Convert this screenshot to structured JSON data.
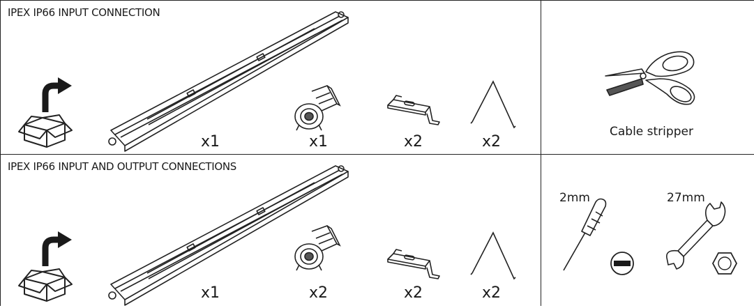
{
  "kits": [
    {
      "title": "IPEX IP66 INPUT CONNECTION",
      "quantities": {
        "fixture": "x1",
        "gland": "x1",
        "bracket": "x2",
        "hanger": "x2"
      }
    },
    {
      "title": "IPEX IP66 INPUT AND OUTPUT CONNECTIONS",
      "quantities": {
        "fixture": "x1",
        "gland": "x2",
        "bracket": "x2",
        "hanger": "x2"
      }
    }
  ],
  "tools": {
    "cable_stripper_label": "Cable stripper",
    "screwdriver_label": "2mm",
    "wrench_label": "27mm"
  },
  "colors": {
    "line": "#222222",
    "arrow": "#1a1a1a",
    "fill_dark": "#555555"
  },
  "icons": [
    "box-open-icon",
    "arrow-icon",
    "fixture-icon",
    "cable-gland-icon",
    "mounting-bracket-icon",
    "wire-hanger-icon",
    "scissors-icon",
    "screwdriver-icon",
    "slot-head-icon",
    "wrench-icon",
    "hex-nut-icon"
  ]
}
